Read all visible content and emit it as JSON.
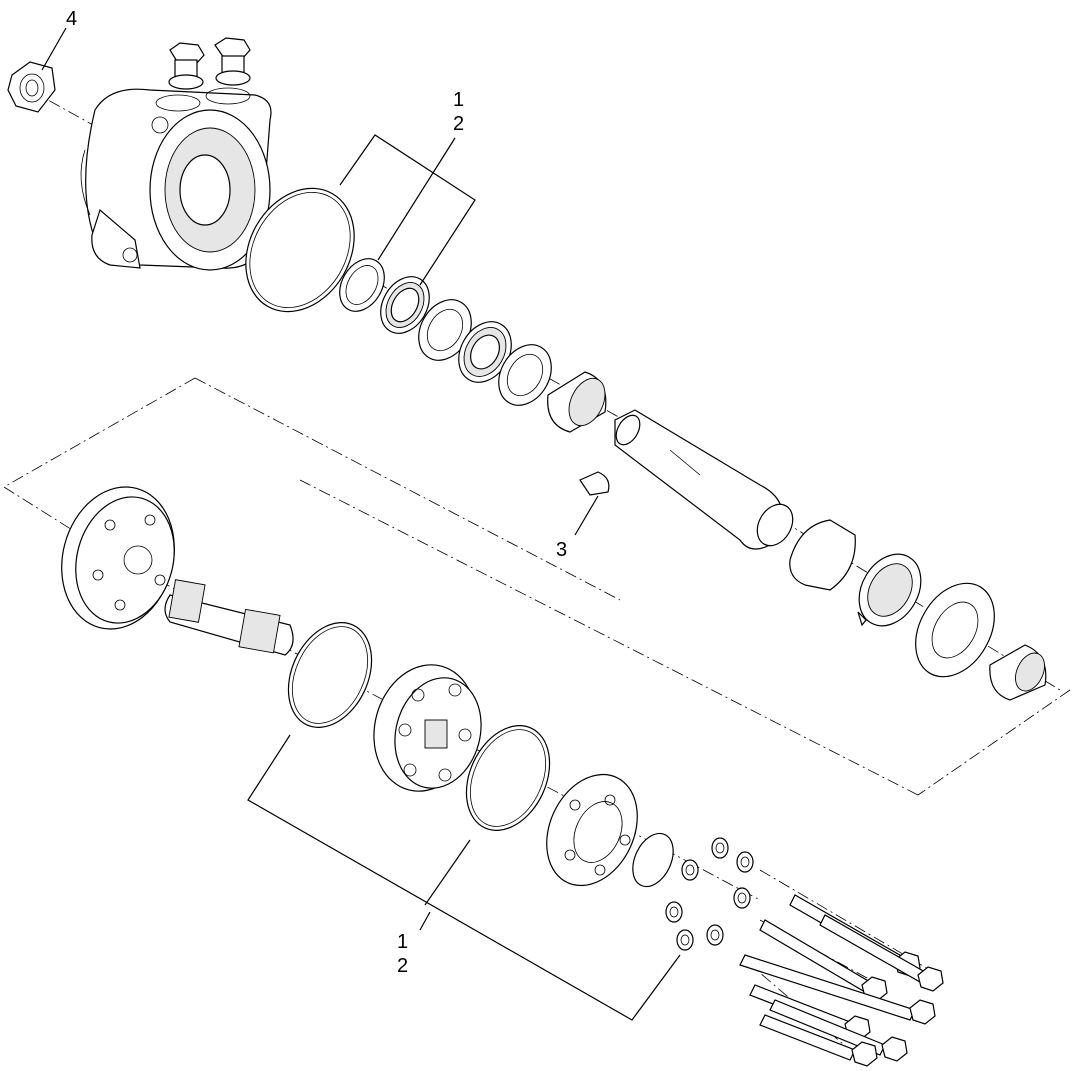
{
  "callouts": {
    "c4": "4",
    "c1_top": "1",
    "c2_top": "2",
    "c3": "3",
    "c1_bottom": "1",
    "c2_bottom": "2"
  }
}
